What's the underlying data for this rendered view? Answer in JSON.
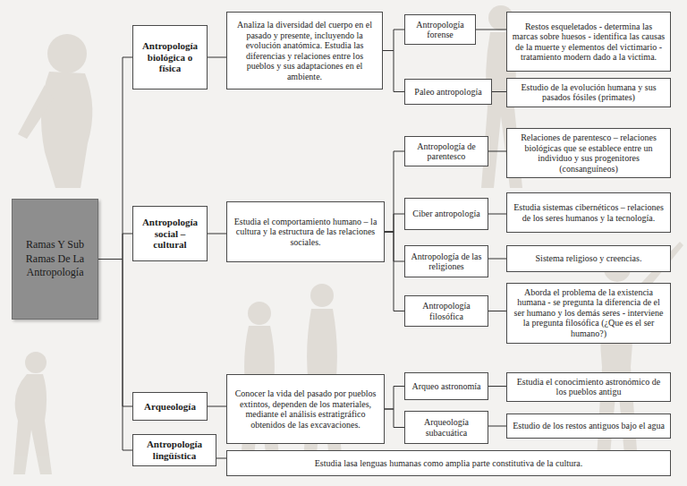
{
  "diagram": {
    "nodes": [
      {
        "text": [
          "Ramas Y Sub Ramas De La Antropología"
        ]
      },
      {
        "text": [
          "Antropología biológica o física"
        ]
      },
      {
        "text": [
          "Analiza la diversidad del cuerpo en el pasado y presente, incluyendo la evolución anatómica.  Estudia las diferencias y relaciones entre los pueblos  y sus adaptaciones en el ambiente."
        ]
      },
      {
        "text": [
          "Antropología forense"
        ]
      },
      {
        "text": [
          "Restos esqueletados - determina las marcas sobre huesos  - identifica las causas de la muerte y elementos del victimario - tratamiento modern dado a la victima."
        ]
      },
      {
        "text": [
          "Paleo antropología"
        ]
      },
      {
        "text": [
          "Estudio de la evolución humana y sus pasados fósiles (primates)"
        ]
      },
      {
        "text": [
          "Antropología social – cultural"
        ]
      },
      {
        "text": [
          "Estudia el comportamiento humano – la cultura y la estructura de las relaciones sociales."
        ]
      },
      {
        "text": [
          "Antropología de parentesco"
        ]
      },
      {
        "text": [
          "Relaciones de parentesco – relaciones biológicas que se establece entre un individuo y sus progenitores (consanguíneos)"
        ]
      },
      {
        "text": [
          "Ciber antropología"
        ]
      },
      {
        "text": [
          "Estudia sistemas cibernéticos – relaciones de los seres humanos y la tecnología."
        ]
      },
      {
        "text": [
          "Antropología de las religiones"
        ]
      },
      {
        "text": [
          "Sistema religioso y creencias."
        ]
      },
      {
        "text": [
          "Antropología filosófica"
        ]
      },
      {
        "text": [
          "Aborda el problema de la existencia humana - se pregunta la diferencia de el ser humano y los demás seres - interviene la pregunta filosófica (¿Que es el ser humano?)"
        ]
      },
      {
        "text": [
          "Arqueología"
        ]
      },
      {
        "text": [
          "Conocer la vida del pasado por pueblos extintos, dependen de los materiales, mediante el análisis estratigráfico obtenidos de las excavaciones."
        ]
      },
      {
        "text": [
          "Arqueo astronomía"
        ]
      },
      {
        "text": [
          "Estudia el conocimiento astronómico de los pueblos antigu"
        ]
      },
      {
        "text": [
          "Arqueología subacuática"
        ]
      },
      {
        "text": [
          "Estudio de los restos antiguos bajo el agua"
        ]
      },
      {
        "text": [
          "Antropología lingüística"
        ]
      },
      {
        "text": [
          "Estudia lasa lenguas humanas como amplia parte constitutiva de la cultura."
        ]
      }
    ],
    "edges": [
      {
        "from": 0,
        "to": 1,
        "arrow": "none"
      },
      {
        "from": 0,
        "to": 7,
        "arrow": "none"
      },
      {
        "from": 0,
        "to": 17,
        "arrow": "none"
      },
      {
        "from": 0,
        "to": 23,
        "arrow": "none"
      },
      {
        "from": 1,
        "to": 2,
        "arrow": "none"
      },
      {
        "from": 2,
        "to": 3,
        "arrow": "none"
      },
      {
        "from": 2,
        "to": 5,
        "arrow": "none"
      },
      {
        "from": 3,
        "to": 4,
        "arrow": "none"
      },
      {
        "from": 5,
        "to": 6,
        "arrow": "none"
      },
      {
        "from": 7,
        "to": 8,
        "arrow": "none"
      },
      {
        "from": 8,
        "to": 9,
        "arrow": "none"
      },
      {
        "from": 8,
        "to": 11,
        "arrow": "none"
      },
      {
        "from": 8,
        "to": 13,
        "arrow": "none"
      },
      {
        "from": 8,
        "to": 15,
        "arrow": "none"
      },
      {
        "from": 9,
        "to": 10,
        "arrow": "none"
      },
      {
        "from": 11,
        "to": 12,
        "arrow": "none"
      },
      {
        "from": 13,
        "to": 14,
        "arrow": "none"
      },
      {
        "from": 15,
        "to": 16,
        "arrow": "none"
      },
      {
        "from": 17,
        "to": 18,
        "arrow": "none"
      },
      {
        "from": 18,
        "to": 19,
        "arrow": "none"
      },
      {
        "from": 18,
        "to": 21,
        "arrow": "none"
      },
      {
        "from": 19,
        "to": 20,
        "arrow": "none"
      },
      {
        "from": 21,
        "to": 22,
        "arrow": "none"
      },
      {
        "from": 23,
        "to": 24,
        "arrow": "none"
      }
    ]
  }
}
